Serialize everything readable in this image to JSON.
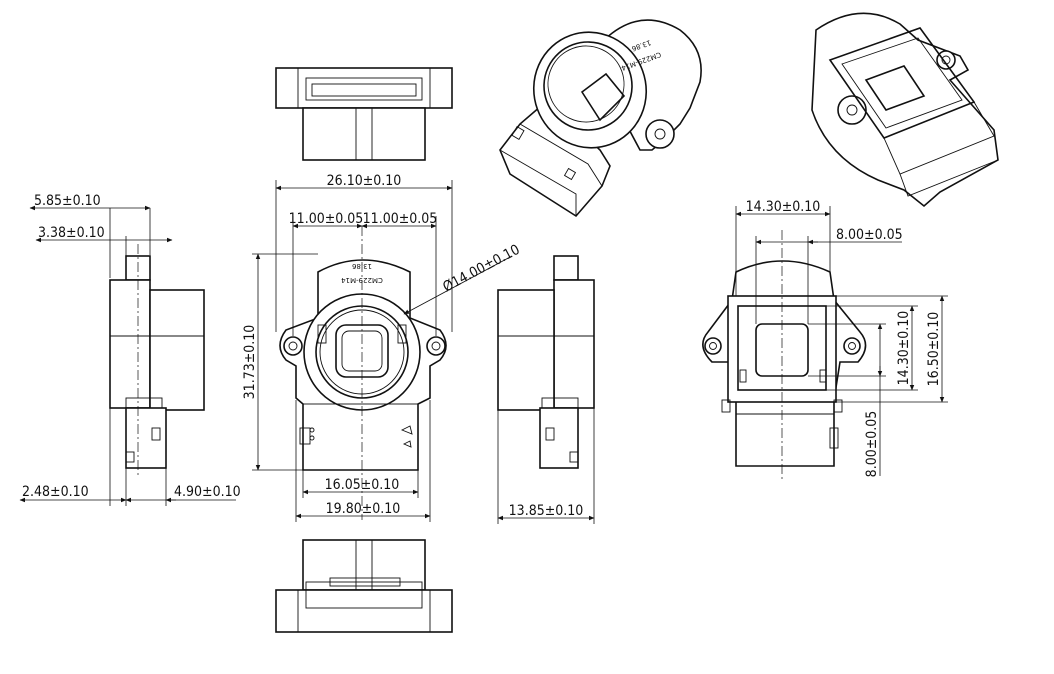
{
  "dimensions": {
    "d_5_85": "5.85±0.10",
    "d_3_38": "3.38±0.10",
    "d_2_48": "2.48±0.10",
    "d_4_90": "4.90±0.10",
    "d_26_10": "26.10±0.10",
    "d_11_00_left": "11.00±0.05",
    "d_11_00_right": "11.00±0.05",
    "d_31_73": "31.73±0.10",
    "d_dia_14_00": "Ø14.00±0.10",
    "d_16_05": "16.05±0.10",
    "d_19_80": "19.80±0.10",
    "d_13_85": "13.85±0.10",
    "d_14_30_top": "14.30±0.10",
    "d_8_00_top": "8.00±0.05",
    "d_14_30_side": "14.30±0.10",
    "d_16_50": "16.50±0.10",
    "d_8_00_side": "8.00±0.05"
  },
  "markings": {
    "part_code": "CM229-M14",
    "iso_code": "13.86"
  }
}
